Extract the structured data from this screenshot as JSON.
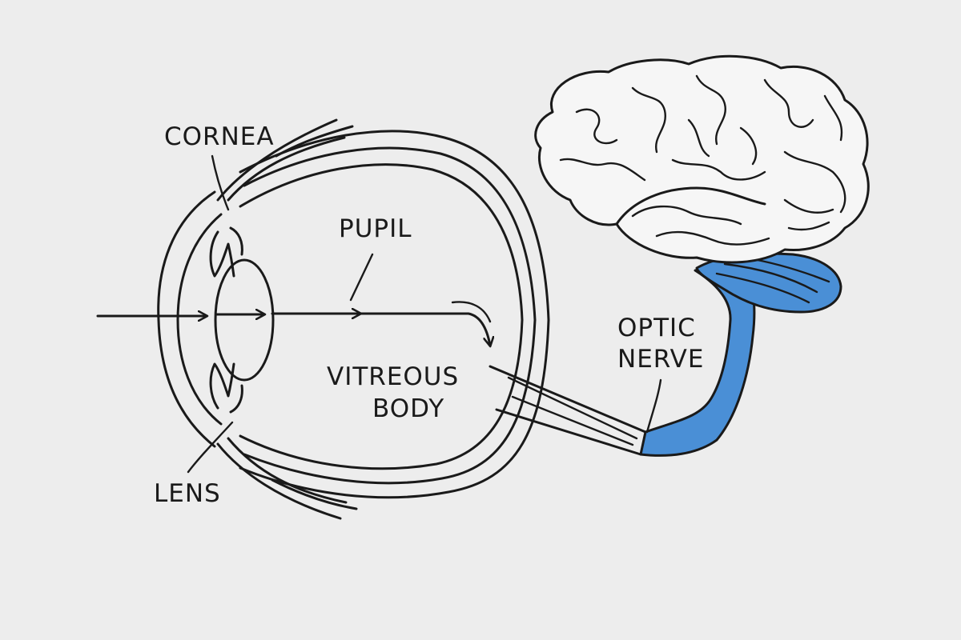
{
  "labels": {
    "cornea": "CORNEA",
    "pupil": "PUPIL",
    "vitreous_line1": "VITREOUS",
    "vitreous_line2": "BODY",
    "lens": "LENS",
    "optic_line1": "OPTIC",
    "optic_line2": "NERVE"
  },
  "colors": {
    "background": "#ededed",
    "line": "#1a1a1a",
    "highlight": "#4a8fd6",
    "brain_fill": "#f6f6f6"
  }
}
